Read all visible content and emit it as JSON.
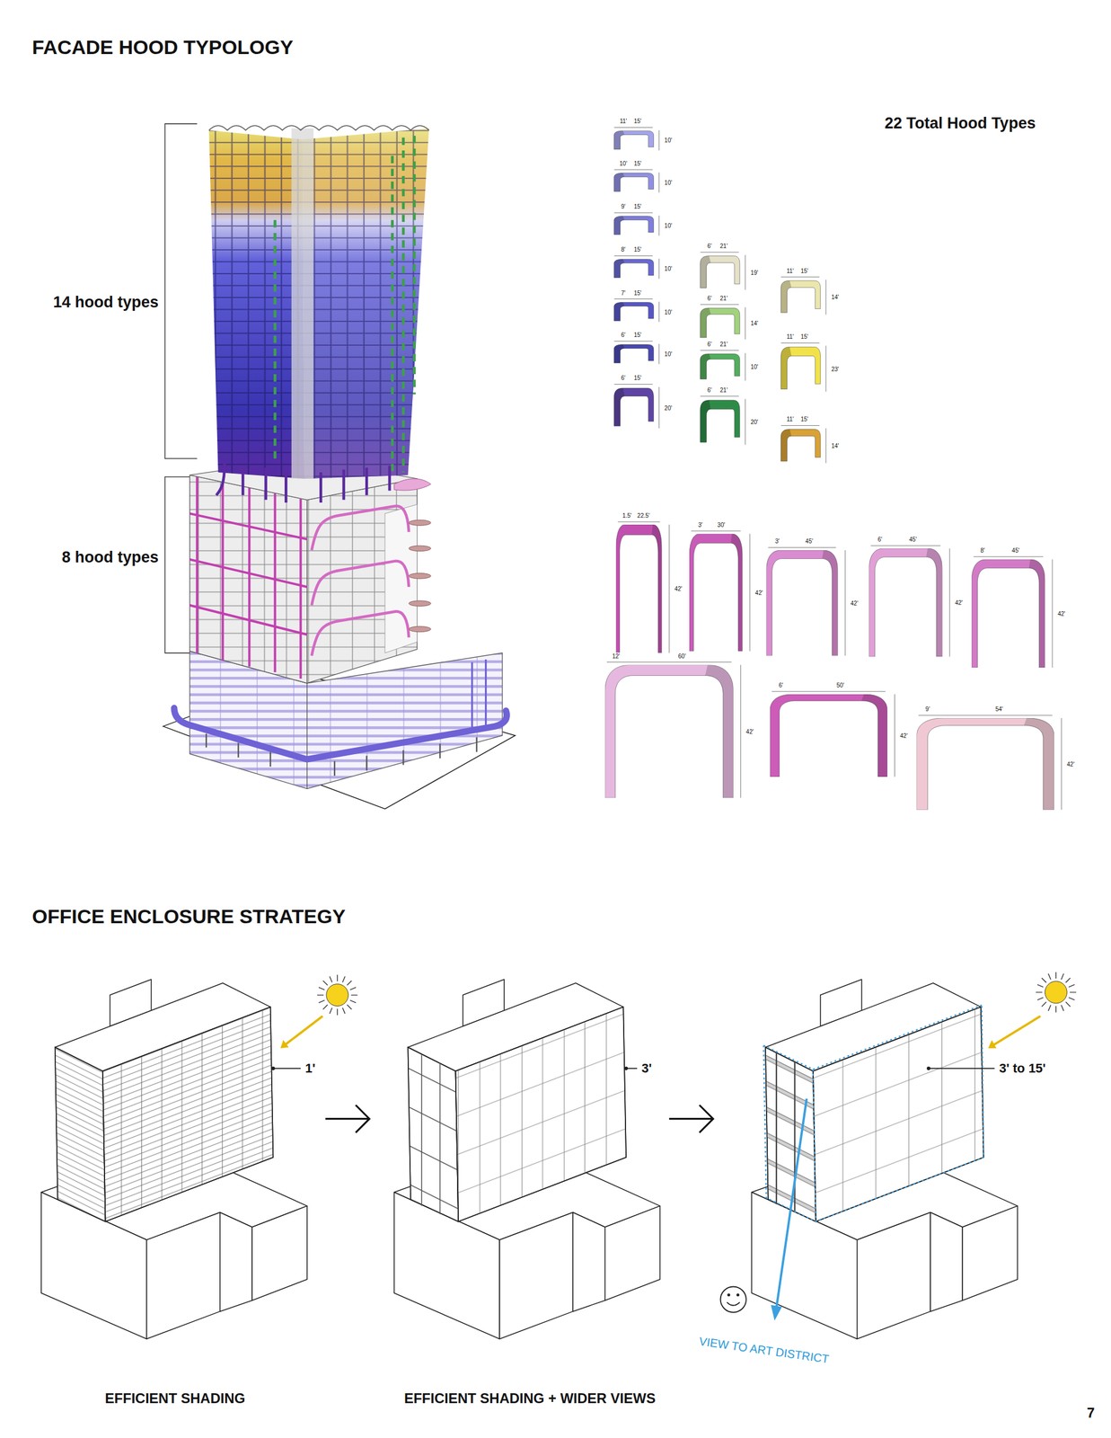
{
  "diagram": {
    "title": "FACADE HOOD TYPOLOGY",
    "labels": [
      "14 hood types",
      "8 hood types",
      "22 Total Hood Types",
      "11'",
      "15'",
      "10'",
      "10'",
      "15'",
      "10'",
      "9'",
      "15'",
      "10'",
      "8'",
      "15'",
      "10'",
      "7'",
      "15'",
      "10'",
      "6'",
      "15'",
      "10'",
      "6'",
      "15'",
      "20'",
      "6'",
      "21'",
      "19'",
      "6'",
      "21'",
      "14'",
      "6'",
      "21'",
      "10'",
      "6'",
      "21'",
      "20'",
      "11'",
      "15'",
      "14'",
      "11'",
      "15'",
      "23'",
      "11'",
      "15'",
      "14'",
      "1.5'",
      "22.5'",
      "42'",
      "3'",
      "30'",
      "42'",
      "3'",
      "45'",
      "42'",
      "6'",
      "45'",
      "42'",
      "8'",
      "45'",
      "42'",
      "12'",
      "60'",
      "42'",
      "6'",
      "50'",
      "42'",
      "9'",
      "54'",
      "42'",
      "OFFICE ENCLOSURE STRATEGY",
      "1'",
      "3'",
      "3' to 15'",
      "VIEW TO ART DISTRICT",
      "EFFICIENT SHADING",
      "EFFICIENT SHADING + WIDER VIEWS",
      "7"
    ]
  }
}
